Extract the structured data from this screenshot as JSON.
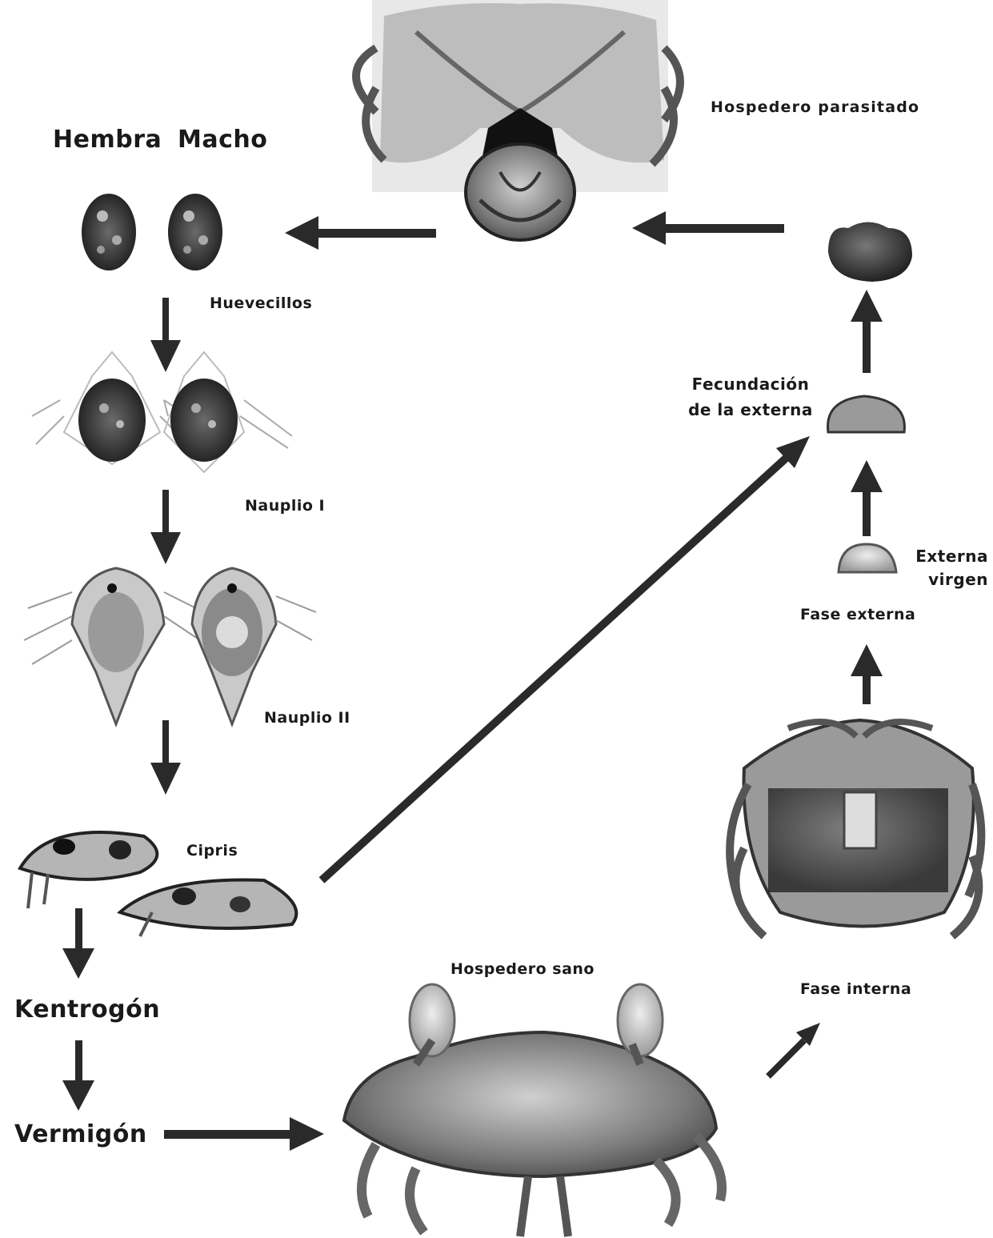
{
  "labels": {
    "hospedero_parasitado": "Hospedero parasitado",
    "hembra": "Hembra",
    "macho": "Macho",
    "huevecillos": "Huevecillos",
    "nauplio_1": "Nauplio I",
    "nauplio_2": "Nauplio II",
    "cipris": "Cipris",
    "kentrogon": "Kentrogón",
    "vermigon": "Vermigón",
    "hospedero_sano": "Hospedero sano",
    "fase_interna": "Fase interna",
    "fase_externa": "Fase externa",
    "externa_virgen_1": "Externa",
    "externa_virgen_2": "virgen",
    "fecundacion_1": "Fecundación",
    "fecundacion_2": "de la externa"
  },
  "colors": {
    "arrow": "#2a2a2a",
    "text": "#1a1a1a",
    "crab_shell": "#8a8a8a",
    "larva_dark": "#3a3a3a"
  }
}
